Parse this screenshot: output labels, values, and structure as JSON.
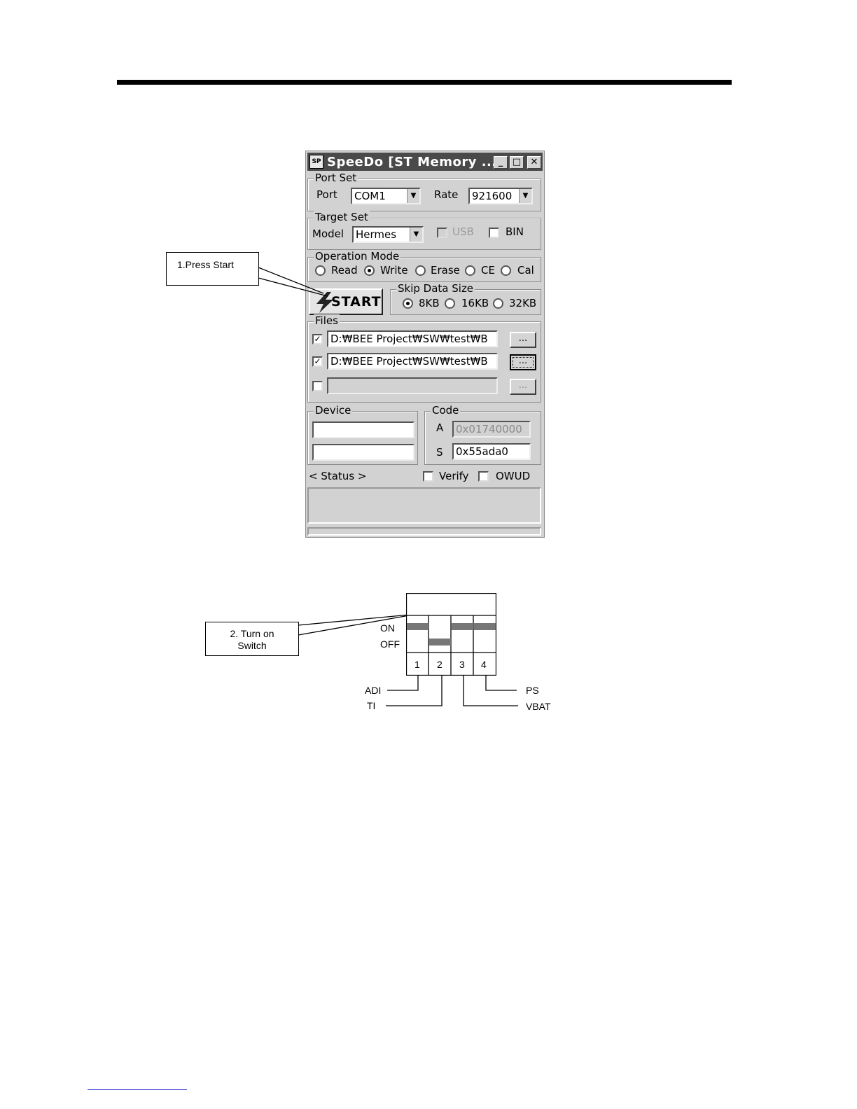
{
  "window": {
    "title": "SpeeDo [ST Memory ...",
    "icon_text": "SP",
    "minimize_label": "_",
    "maximize_label": "□",
    "close_label": "✕"
  },
  "port_set": {
    "legend": "Port Set",
    "port_label": "Port",
    "port_value": "COM1",
    "rate_label": "Rate",
    "rate_value": "921600"
  },
  "target_set": {
    "legend": "Target Set",
    "model_label": "Model",
    "model_value": "Hermes",
    "usb_label": "USB",
    "usb_checked": false,
    "bin_label": "BIN",
    "bin_checked": false
  },
  "operation_mode": {
    "legend": "Operation Mode",
    "options": [
      "Read",
      "Write",
      "Erase",
      "CE",
      "Cal"
    ],
    "selected": "Write"
  },
  "start_button": {
    "label": "START"
  },
  "skip_data_size": {
    "legend": "Skip Data Size",
    "options": [
      "8KB",
      "16KB",
      "32KB"
    ],
    "selected": "8KB"
  },
  "files": {
    "legend": "Files",
    "rows": [
      {
        "checked": true,
        "path": "D:₩BEE Project₩SW₩test₩B",
        "browse": "..."
      },
      {
        "checked": true,
        "path": "D:₩BEE Project₩SW₩test₩B",
        "browse": "..."
      },
      {
        "checked": false,
        "path": "",
        "browse": "..."
      }
    ]
  },
  "device": {
    "legend": "Device",
    "field1": "",
    "field2": ""
  },
  "code": {
    "legend": "Code",
    "a_label": "A",
    "a_value": "0x01740000",
    "s_label": "S",
    "s_value": "0x55ada0"
  },
  "status": {
    "label": "< Status >",
    "verify_label": "Verify",
    "verify_checked": false,
    "owud_label": "OWUD",
    "owud_checked": false
  },
  "callout1": {
    "text": "1.Press Start"
  },
  "callout2": {
    "line1": "2. Turn on",
    "line2": "Switch"
  },
  "dip_switch": {
    "on_label": "ON",
    "off_label": "OFF",
    "numbers": [
      "1",
      "2",
      "3",
      "4"
    ],
    "states": [
      "ON",
      "OFF",
      "ON",
      "ON"
    ],
    "labels": {
      "adi": "ADI",
      "ti": "TI",
      "ps": "PS",
      "vbat": "VBAT"
    }
  }
}
